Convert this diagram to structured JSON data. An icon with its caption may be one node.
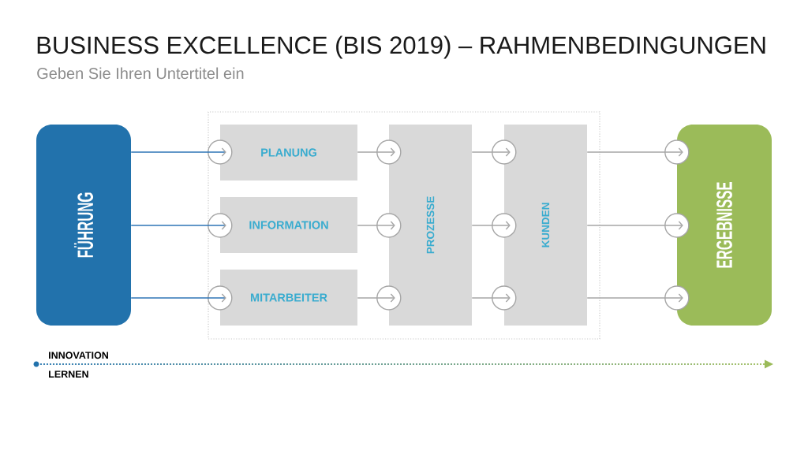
{
  "diagram": {
    "title": "BUSINESS EXCELLENCE (BIS 2019) – RAHMENBEDINGUNGEN",
    "nodes": [
      {
        "text": [
          "FÜHRUNG"
        ]
      },
      {
        "text": [],
        "shape": "box"
      },
      {
        "text": [
          "PLANUNG"
        ],
        "in": 1
      },
      {
        "text": [
          "INFORMATION"
        ],
        "in": 1
      },
      {
        "text": [
          "MITARBEITER"
        ],
        "in": 1
      },
      {
        "text": [
          "PROZESSE"
        ],
        "in": 1
      },
      {
        "text": [
          "KUNDEN"
        ],
        "in": 1
      },
      {
        "text": [
          "ERGEBNISSE"
        ]
      }
    ],
    "edges": [
      {
        "from": 0,
        "to": 2,
        "arrow": "to",
        "color": "#2e75b6"
      },
      {
        "from": 0,
        "to": 3,
        "arrow": "to",
        "color": "#2e75b6"
      },
      {
        "from": 0,
        "to": 4,
        "arrow": "to",
        "color": "#2e75b6"
      },
      {
        "from": 2,
        "to": 5,
        "arrow": "to"
      },
      {
        "from": 3,
        "to": 5,
        "arrow": "to"
      },
      {
        "from": 4,
        "to": 5,
        "arrow": "to"
      },
      {
        "from": 5,
        "to": 6,
        "arrow": "to"
      },
      {
        "from": 5,
        "to": 6,
        "arrow": "to"
      },
      {
        "from": 5,
        "to": 6,
        "arrow": "to"
      },
      {
        "from": 6,
        "to": 7,
        "arrow": "to"
      },
      {
        "from": 6,
        "to": 7,
        "arrow": "to"
      },
      {
        "from": 6,
        "to": 7,
        "arrow": "to"
      }
    ],
    "labels": [
      "Geben Sie Ihren Untertitel ein",
      "INNOVATION",
      "LERNEN"
    ]
  }
}
